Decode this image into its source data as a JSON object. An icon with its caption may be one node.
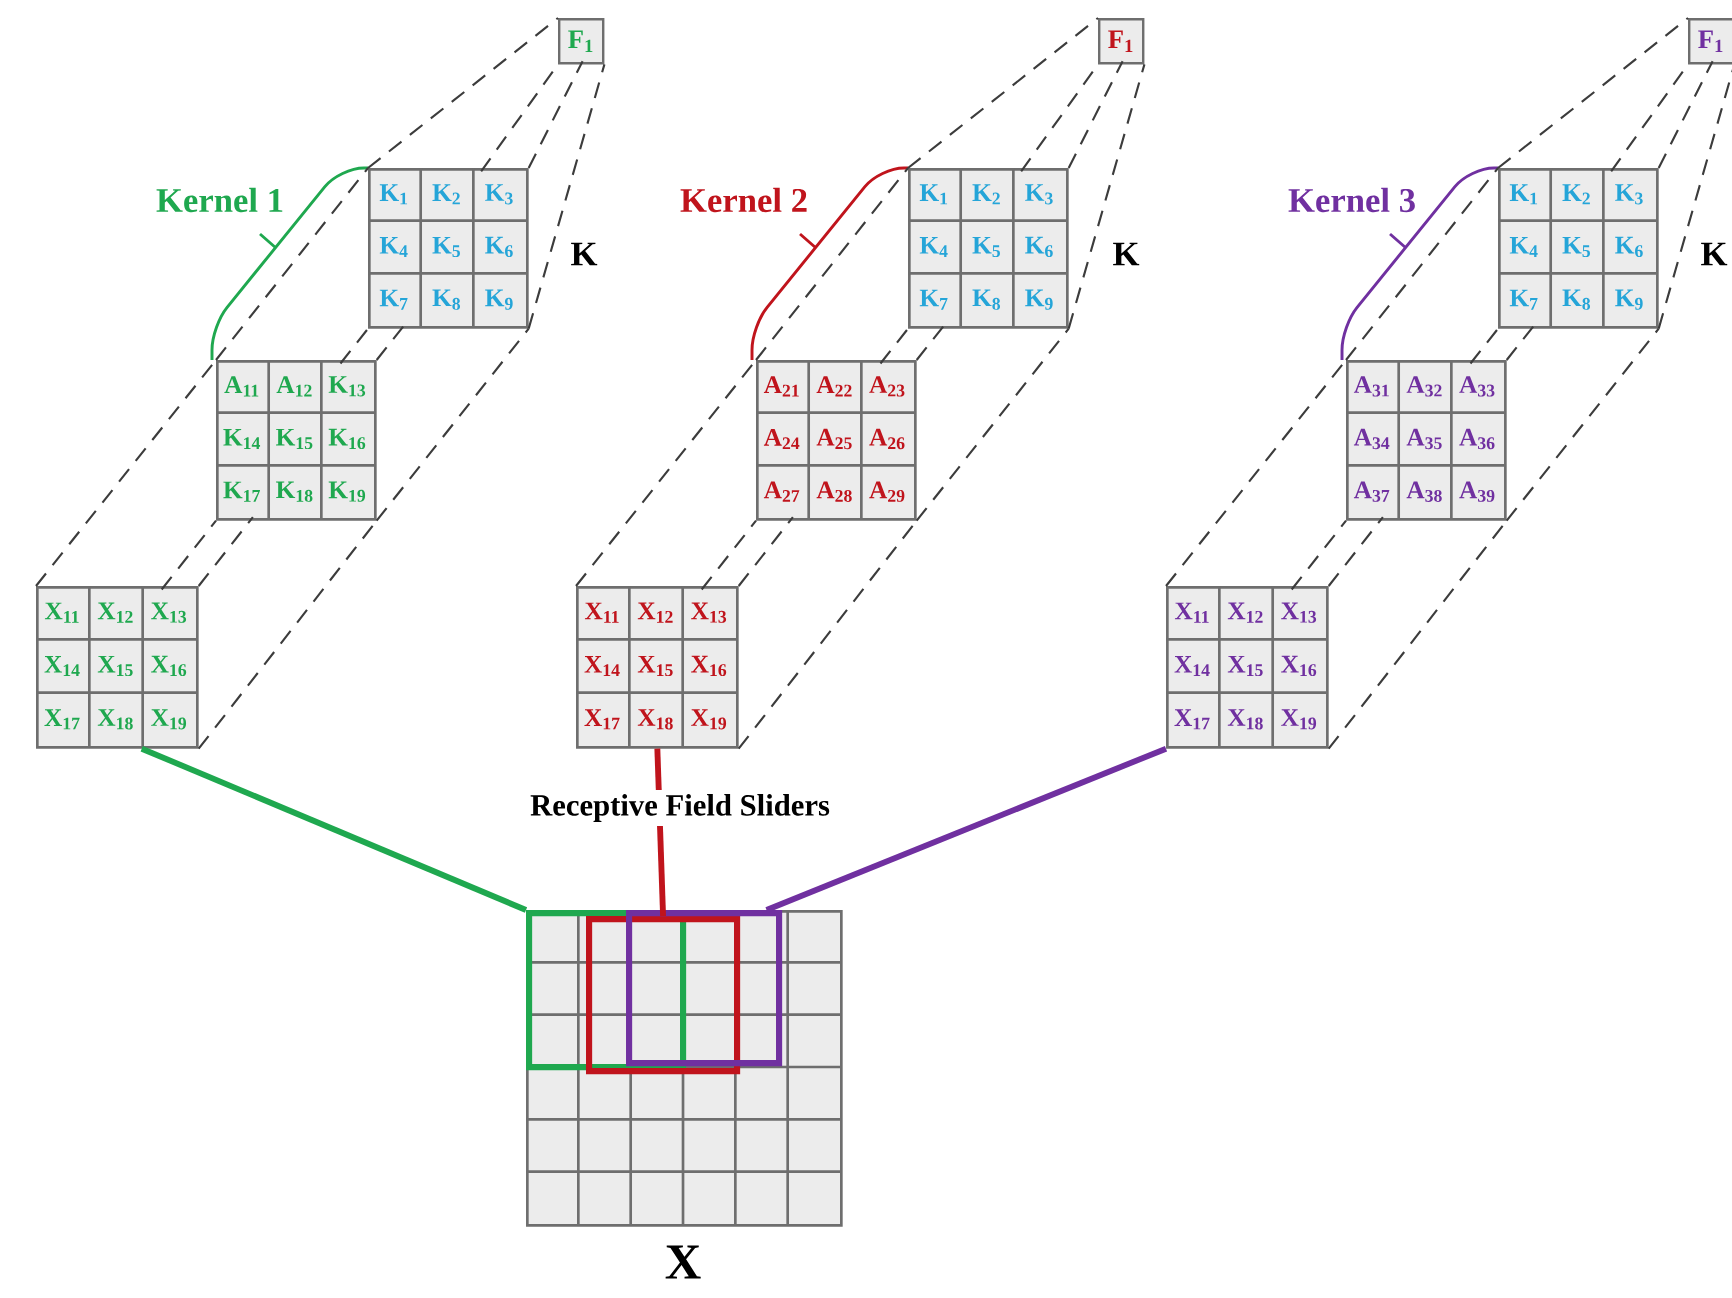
{
  "diagram": {
    "nodes": [
      {
        "text": [
          "F$_{1}$"
        ]
      },
      {
        "text": [
          "F$_{1}$"
        ]
      },
      {
        "text": [
          "F$_{1}$"
        ]
      },
      {
        "text": [
          "K$_{1}$",
          "K$_{2}$",
          "K$_{3}$",
          "K$_{4}$",
          "K$_{5}$",
          "K$_{6}$",
          "K$_{7}$",
          "K$_{8}$",
          "K$_{9}$"
        ]
      },
      {
        "text": [
          "K$_{1}$",
          "K$_{2}$",
          "K$_{3}$",
          "K$_{4}$",
          "K$_{5}$",
          "K$_{6}$",
          "K$_{7}$",
          "K$_{8}$",
          "K$_{9}$"
        ]
      },
      {
        "text": [
          "K$_{1}$",
          "K$_{2}$",
          "K$_{3}$",
          "K$_{4}$",
          "K$_{5}$",
          "K$_{6}$",
          "K$_{7}$",
          "K$_{8}$",
          "K$_{9}$"
        ]
      },
      {
        "text": [
          "A$_{11}$",
          "A$_{12}$",
          "K$_{13}$",
          "K$_{14}$",
          "K$_{15}$",
          "K$_{16}$",
          "K$_{17}$",
          "K$_{18}$",
          "K$_{19}$"
        ]
      },
      {
        "text": [
          "A$_{21}$",
          "A$_{22}$",
          "A$_{23}$",
          "A$_{24}$",
          "A$_{25}$",
          "A$_{26}$",
          "A$_{27}$",
          "A$_{28}$",
          "A$_{29}$"
        ]
      },
      {
        "text": [
          "A$_{31}$",
          "A$_{32}$",
          "A$_{33}$",
          "A$_{34}$",
          "A$_{35}$",
          "A$_{36}$",
          "A$_{37}$",
          "A$_{38}$",
          "A$_{39}$"
        ]
      },
      {
        "text": [
          "X$_{11}$",
          "X$_{12}$",
          "X$_{13}$",
          "X$_{14}$",
          "X$_{15}$",
          "X$_{16}$",
          "X$_{17}$",
          "X$_{18}$",
          "X$_{19}$"
        ]
      },
      {
        "text": [
          "X$_{11}$",
          "X$_{12}$",
          "X$_{13}$",
          "X$_{14}$",
          "X$_{15}$",
          "X$_{16}$",
          "X$_{17}$",
          "X$_{18}$",
          "X$_{19}$"
        ]
      },
      {
        "text": [
          "X$_{11}$",
          "X$_{12}$",
          "X$_{13}$",
          "X$_{14}$",
          "X$_{15}$",
          "X$_{16}$",
          "X$_{17}$",
          "X$_{18}$",
          "X$_{19}$"
        ]
      },
      {
        "text": [],
        "shape": "box",
        "beside": [
          "X"
        ]
      },
      {
        "text": [],
        "shape": "box",
        "in": 12
      },
      {
        "text": [],
        "shape": "box",
        "in": 12
      },
      {
        "text": [],
        "shape": "box",
        "in": 12
      }
    ],
    "edges": [
      {
        "from": 9,
        "to": 6,
        "arrow": "none",
        "style": "dashed"
      },
      {
        "from": 10,
        "to": 7,
        "arrow": "none",
        "style": "dashed"
      },
      {
        "from": 11,
        "to": 8,
        "arrow": "none",
        "style": "dashed"
      },
      {
        "from": 6,
        "to": 3,
        "arrow": "none",
        "style": "dashed"
      },
      {
        "from": 7,
        "to": 4,
        "arrow": "none",
        "style": "dashed"
      },
      {
        "from": 8,
        "to": 5,
        "arrow": "none",
        "style": "dashed"
      },
      {
        "from": 3,
        "to": 0,
        "arrow": "none",
        "style": "dashed"
      },
      {
        "from": 4,
        "to": 1,
        "arrow": "none",
        "style": "dashed"
      },
      {
        "from": 5,
        "to": 2,
        "arrow": "none",
        "style": "dashed"
      },
      {
        "from": 9,
        "to": 13,
        "arrow": "none",
        "style": "thick",
        "color": "#1fa84f"
      },
      {
        "from": 10,
        "to": 14,
        "arrow": "none",
        "style": "thick",
        "color": "#c0141c"
      },
      {
        "from": 11,
        "to": 15,
        "arrow": "none",
        "style": "thick",
        "color": "#7030a0"
      },
      {
        "from": 9,
        "to": 6,
        "arrow": "none",
        "style": "dashed"
      },
      {
        "from": 9,
        "to": 6,
        "arrow": "none",
        "style": "dashed"
      },
      {
        "from": 9,
        "to": 6,
        "arrow": "none",
        "style": "dashed"
      },
      {
        "from": 10,
        "to": 7,
        "arrow": "none",
        "style": "dashed"
      },
      {
        "from": 10,
        "to": 7,
        "arrow": "none",
        "style": "dashed"
      },
      {
        "from": 10,
        "to": 7,
        "arrow": "none",
        "style": "dashed"
      },
      {
        "from": 11,
        "to": 8,
        "arrow": "none",
        "style": "dashed"
      },
      {
        "from": 11,
        "to": 8,
        "arrow": "none",
        "style": "dashed"
      },
      {
        "from": 11,
        "to": 8,
        "arrow": "none",
        "style": "dashed"
      },
      {
        "from": 6,
        "to": 3,
        "arrow": "none",
        "style": "dashed"
      },
      {
        "from": 6,
        "to": 3,
        "arrow": "none",
        "style": "dashed"
      },
      {
        "from": 6,
        "to": 3,
        "arrow": "none",
        "style": "dashed"
      },
      {
        "from": 7,
        "to": 4,
        "arrow": "none",
        "style": "dashed"
      },
      {
        "from": 7,
        "to": 4,
        "arrow": "none",
        "style": "dashed"
      },
      {
        "from": 7,
        "to": 4,
        "arrow": "none",
        "style": "dashed"
      },
      {
        "from": 8,
        "to": 5,
        "arrow": "none",
        "style": "dashed"
      },
      {
        "from": 8,
        "to": 5,
        "arrow": "none",
        "style": "dashed"
      },
      {
        "from": 8,
        "to": 5,
        "arrow": "none",
        "style": "dashed"
      },
      {
        "from": 3,
        "to": 0,
        "arrow": "none",
        "style": "dashed"
      },
      {
        "from": 3,
        "to": 0,
        "arrow": "none",
        "style": "dashed"
      },
      {
        "from": 3,
        "to": 0,
        "arrow": "none",
        "style": "dashed"
      },
      {
        "from": 4,
        "to": 1,
        "arrow": "none",
        "style": "dashed"
      },
      {
        "from": 4,
        "to": 1,
        "arrow": "none",
        "style": "dashed"
      },
      {
        "from": 4,
        "to": 1,
        "arrow": "none",
        "style": "dashed"
      },
      {
        "from": 5,
        "to": 2,
        "arrow": "none",
        "style": "dashed"
      },
      {
        "from": 5,
        "to": 2,
        "arrow": "none",
        "style": "dashed"
      },
      {
        "from": 5,
        "to": 2,
        "arrow": "none",
        "style": "dashed"
      }
    ],
    "labels": [
      "Kernel 1",
      "Kernel 2",
      "Kernel 3",
      "K",
      "K",
      "K",
      "Receptive Field Sliders"
    ]
  }
}
